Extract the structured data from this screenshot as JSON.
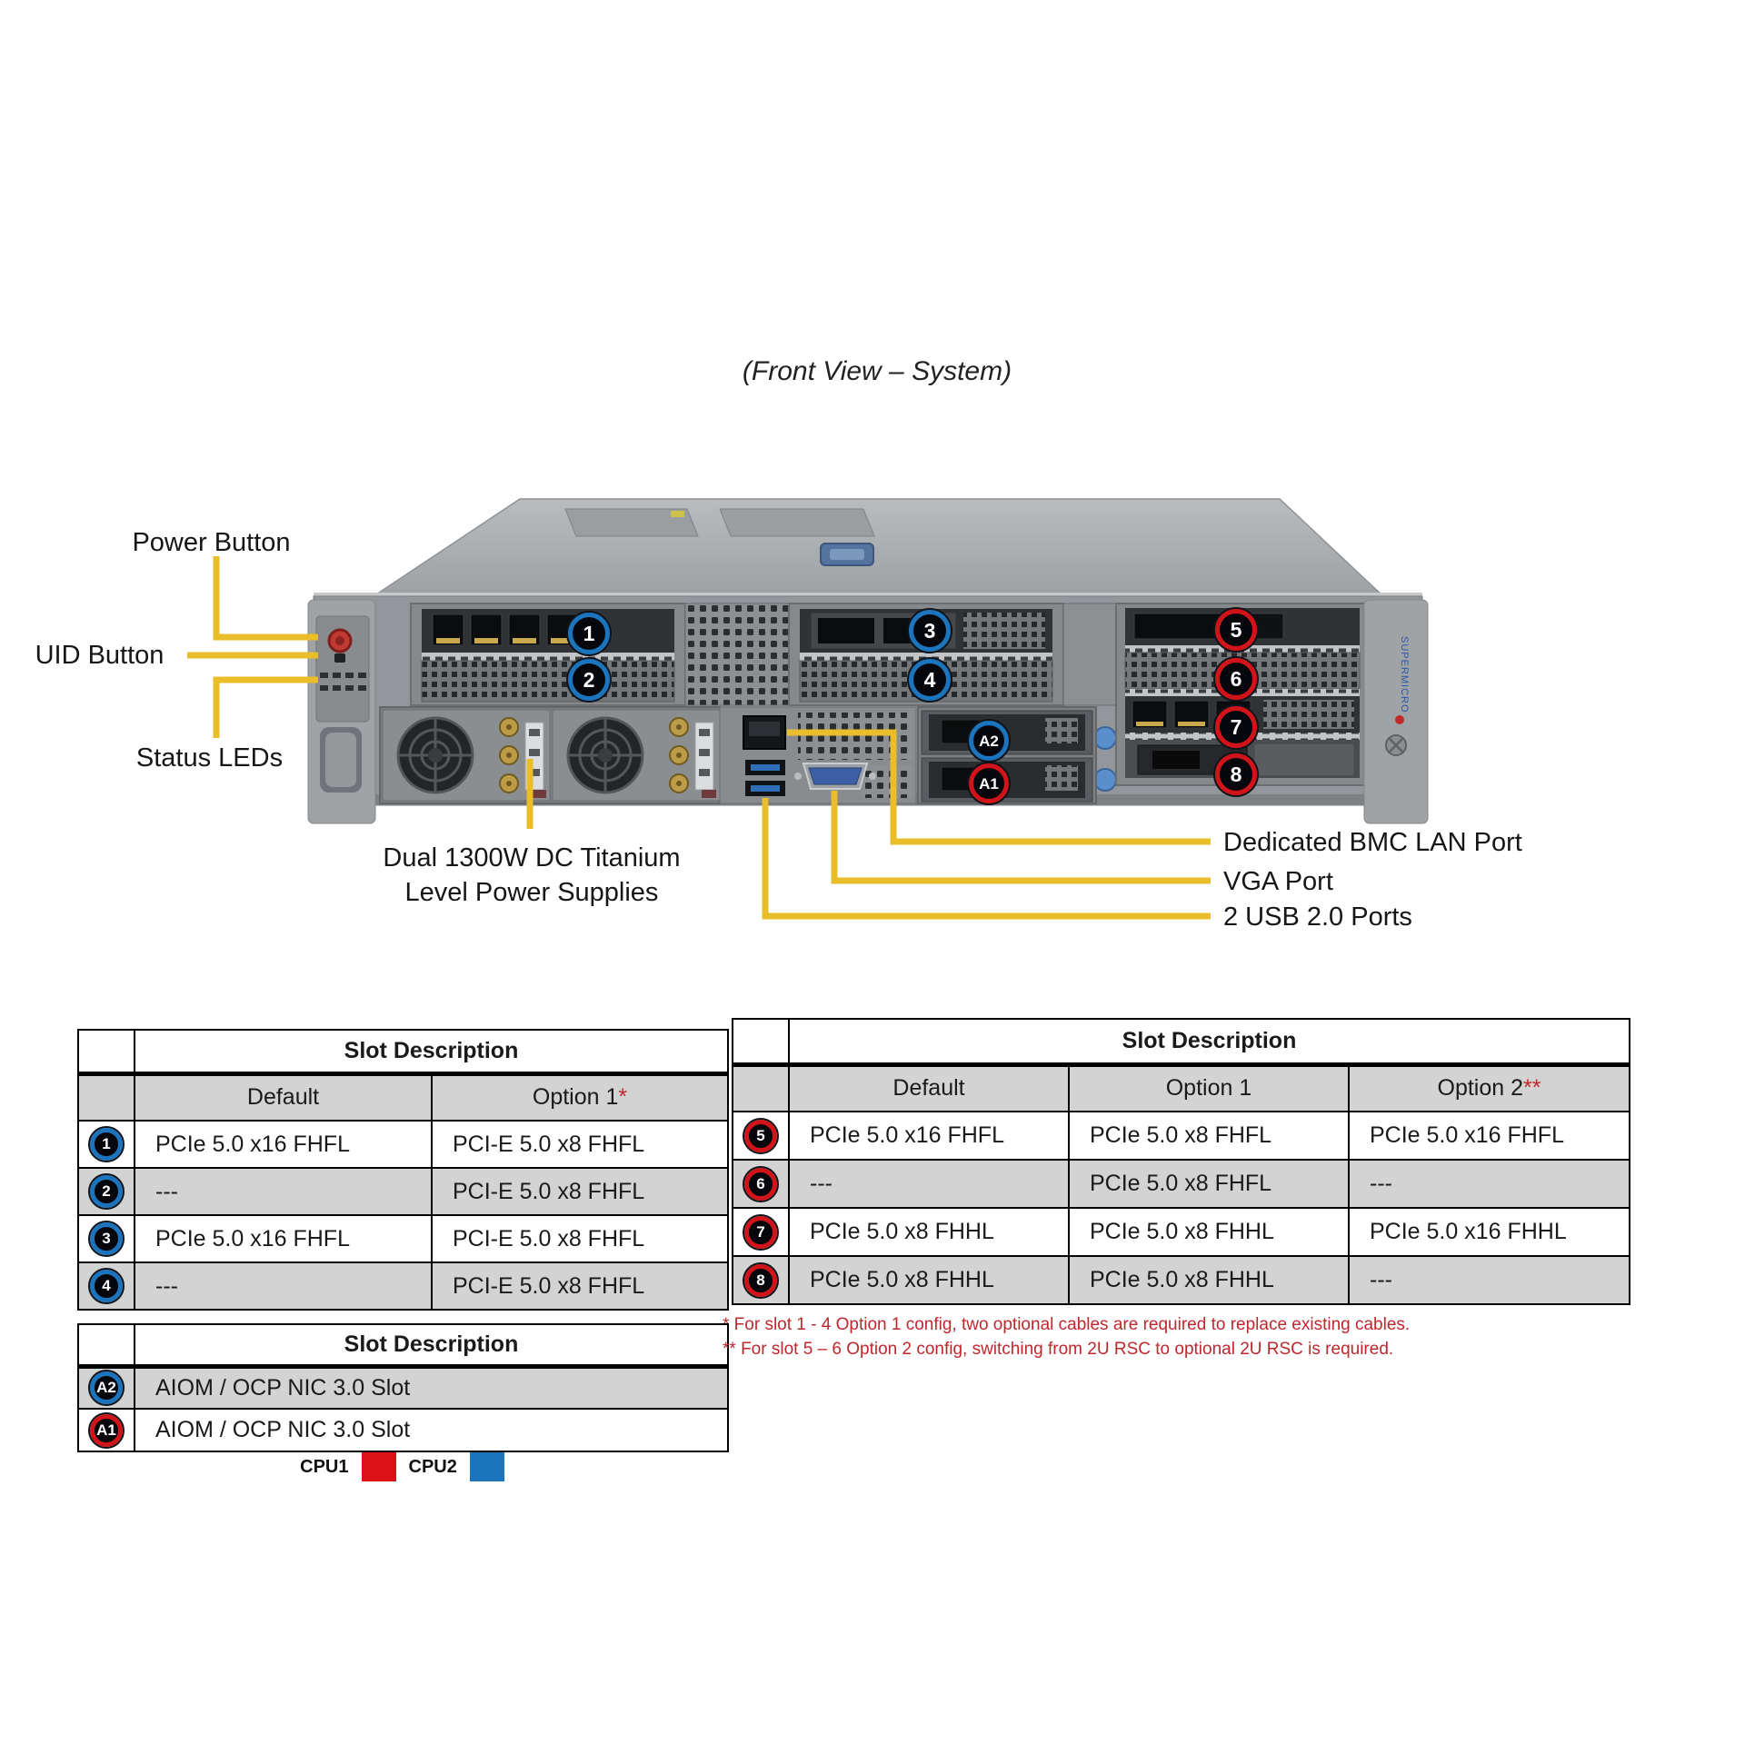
{
  "title": "(Front View – System)",
  "brand": "SUPERMICRO",
  "colors": {
    "cpu1": "#DD1217",
    "cpu2": "#1B74BC",
    "callout_line": "#EABD2A",
    "footnote_red": "#C0272D",
    "table_stripe": "#D3D3D3"
  },
  "hardware_labels": {
    "power_button": "Power Button",
    "uid_button": "UID Button",
    "status_leds": "Status LEDs",
    "psu_line1": "Dual 1300W DC Titanium",
    "psu_line2": "Level Power Supplies",
    "bmc_lan": "Dedicated BMC LAN Port",
    "vga": "VGA Port",
    "usb": "2 USB 2.0 Ports"
  },
  "callouts": [
    {
      "label": "1",
      "cpu": "cpu2"
    },
    {
      "label": "2",
      "cpu": "cpu2"
    },
    {
      "label": "3",
      "cpu": "cpu2"
    },
    {
      "label": "4",
      "cpu": "cpu2"
    },
    {
      "label": "5",
      "cpu": "cpu1"
    },
    {
      "label": "6",
      "cpu": "cpu1"
    },
    {
      "label": "7",
      "cpu": "cpu1"
    },
    {
      "label": "8",
      "cpu": "cpu1"
    },
    {
      "label": "A2",
      "cpu": "cpu2"
    },
    {
      "label": "A1",
      "cpu": "cpu1"
    }
  ],
  "tables": {
    "left": {
      "header": "Slot Description",
      "columns": {
        "default": "Default",
        "option": {
          "label": "Option 1",
          "mark": "*"
        }
      },
      "rows": [
        {
          "slot": "1",
          "default": "PCIe 5.0 x16 FHFL",
          "option1": "PCI-E 5.0 x8 FHFL"
        },
        {
          "slot": "2",
          "default": "---",
          "option1": "PCI-E 5.0 x8 FHFL"
        },
        {
          "slot": "3",
          "default": "PCIe 5.0 x16 FHFL",
          "option1": "PCI-E 5.0 x8 FHFL"
        },
        {
          "slot": "4",
          "default": "---",
          "option1": "PCI-E 5.0 x8 FHFL"
        }
      ]
    },
    "right": {
      "header": "Slot Description",
      "columns": {
        "default": "Default",
        "option1": "Option 1",
        "option2": {
          "label": "Option 2",
          "mark": "**"
        }
      },
      "rows": [
        {
          "slot": "5",
          "default": "PCIe 5.0 x16 FHFL",
          "option1": "PCIe 5.0 x8 FHFL",
          "option2": "PCIe 5.0 x16 FHFL"
        },
        {
          "slot": "6",
          "default": "---",
          "option1": "PCIe 5.0 x8 FHFL",
          "option2": "---"
        },
        {
          "slot": "7",
          "default": "PCIe 5.0 x8 FHHL",
          "option1": "PCIe 5.0 x8 FHHL",
          "option2": "PCIe 5.0 x16 FHHL"
        },
        {
          "slot": "8",
          "default": "PCIe 5.0 x8 FHHL",
          "option1": "PCIe 5.0 x8 FHHL",
          "option2": "---"
        }
      ]
    },
    "aiom": {
      "header": "Slot Description",
      "rows": [
        {
          "slot": "A2",
          "desc": "AIOM / OCP NIC 3.0 Slot"
        },
        {
          "slot": "A1",
          "desc": "AIOM / OCP NIC 3.0 Slot"
        }
      ]
    }
  },
  "footnotes": {
    "line1": "* For slot 1 - 4 Option 1 config, two optional cables are required to replace existing cables.",
    "line2": "** For slot 5 – 6 Option 2 config, switching from 2U RSC to optional 2U RSC is required."
  },
  "legend": {
    "cpu1_label": "CPU1",
    "cpu2_label": "CPU2"
  }
}
